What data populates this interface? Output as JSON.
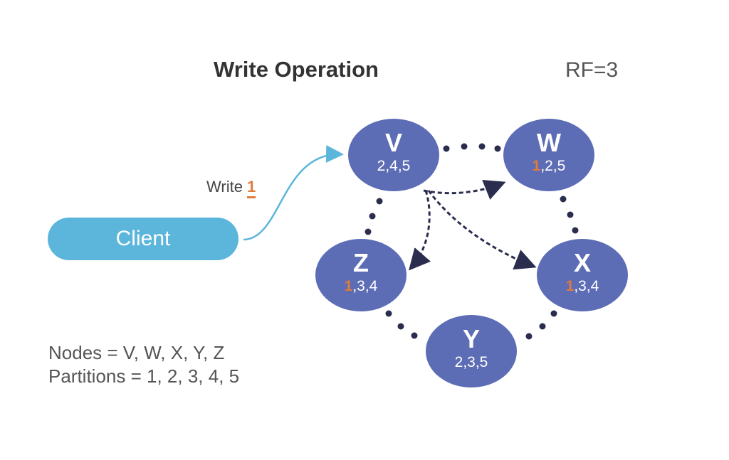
{
  "header": {
    "title": "Write Operation",
    "replication_factor": "RF=3"
  },
  "client": {
    "label": "Client"
  },
  "write_request": {
    "prefix": "Write",
    "partition": "1"
  },
  "nodes": [
    {
      "id": "V",
      "partitions_rest": "2,4,5",
      "highlight": ""
    },
    {
      "id": "W",
      "partitions_rest": ",2,5",
      "highlight": "1"
    },
    {
      "id": "X",
      "partitions_rest": ",3,4",
      "highlight": "1"
    },
    {
      "id": "Y",
      "partitions_rest": "2,3,5",
      "highlight": ""
    },
    {
      "id": "Z",
      "partitions_rest": ",3,4",
      "highlight": "1"
    }
  ],
  "replication_targets": [
    "W",
    "X",
    "Z"
  ],
  "legend": {
    "nodes_line": "Nodes = V, W, X, Y, Z",
    "partitions_line": "Partitions = 1, 2, 3, 4, 5"
  },
  "colors": {
    "node": "#5d6db5",
    "client": "#5cb6db",
    "highlight": "#e07b39",
    "connector": "#2b2d4f"
  }
}
